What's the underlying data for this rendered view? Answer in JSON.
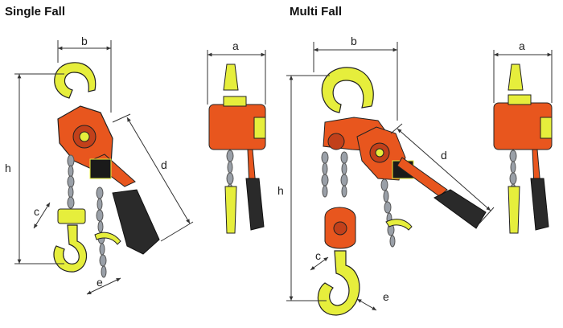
{
  "titles": {
    "single_fall": "Single Fall",
    "multi_fall": "Multi Fall"
  },
  "dimensions": {
    "single_front": {
      "b": "b",
      "h": "h",
      "c": "c",
      "d": "d",
      "e": "e"
    },
    "single_side": {
      "a": "a"
    },
    "multi_front": {
      "b": "b",
      "h": "h",
      "c": "c",
      "d": "d",
      "e": "e"
    },
    "multi_side": {
      "a": "a"
    }
  },
  "colors": {
    "hook_yellow": "#e6ee3c",
    "body_orange": "#e8561e",
    "handle_black": "#2a2a2a",
    "chain_grey": "#9aa0a8",
    "dimension_line": "#333333"
  }
}
